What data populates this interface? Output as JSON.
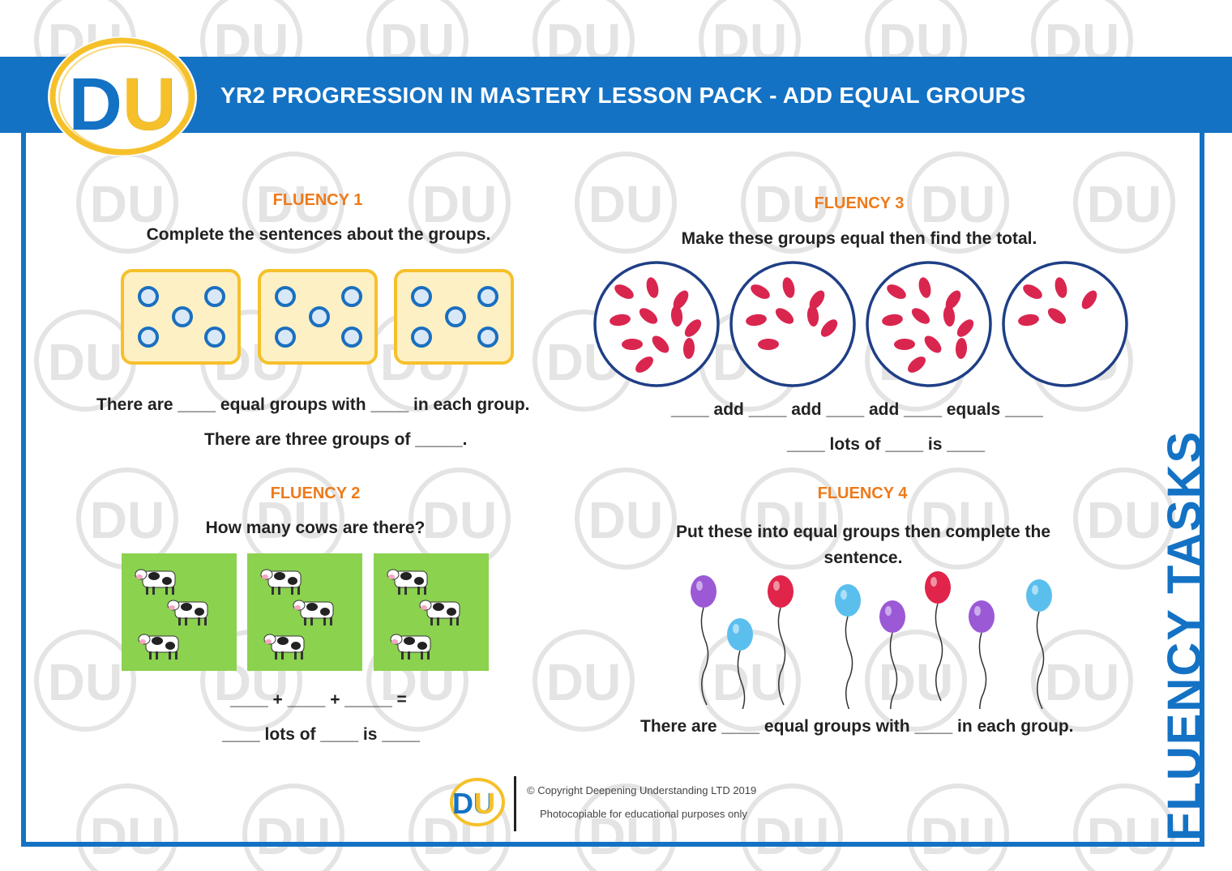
{
  "header": {
    "title": "YR2 PROGRESSION IN MASTERY LESSON PACK - ADD EQUAL GROUPS",
    "logo_text": "DU",
    "accent": "#1472c4",
    "logo_ring": "#f5c02a"
  },
  "watermark": {
    "mark": "DU",
    "text": "© Deepening Understanding"
  },
  "side_label": "FLUENCY TASKS",
  "fluency1": {
    "title": "FLUENCY 1",
    "instruction": "Complete the sentences about the groups.",
    "groups": [
      5,
      5,
      5
    ],
    "sentence1": "There are ____ equal groups with ____ in each group.",
    "sentence2": "There are three groups of _____."
  },
  "fluency2": {
    "title": "FLUENCY 2",
    "instruction": "How many cows are there?",
    "fields": [
      3,
      3,
      3
    ],
    "sentence1": "____ + ____ + _____ =",
    "sentence2": "____ lots of ____ is ____"
  },
  "fluency3": {
    "title": "FLUENCY 3",
    "instruction": "Make these groups equal then find the total.",
    "circles": [
      11,
      8,
      11,
      5
    ],
    "sentence1": "____ add ____ add ____ add ____ equals ____",
    "sentence2": "____ lots of ____ is ____"
  },
  "fluency4": {
    "title": "FLUENCY 4",
    "instruction": "Put these into equal groups then complete the sentence.",
    "balloons": [
      "purple",
      "blue",
      "red",
      "blue",
      "purple",
      "red",
      "purple",
      "blue"
    ],
    "sentence": "There are ____ equal groups with ____ in each group."
  },
  "footer": {
    "logo_text": "DU",
    "copyright": "© Copyright Deepening Understanding LTD 2019",
    "note": "Photocopiable for educational purposes only"
  },
  "colors": {
    "title_orange": "#ee7a1a",
    "dot_blue": "#1a6fc0",
    "bean_red": "#d9264f",
    "balloon_purple": "#9b59d6",
    "balloon_blue": "#5bbfee",
    "balloon_red": "#e0244a",
    "field_green": "#8bd24f"
  }
}
